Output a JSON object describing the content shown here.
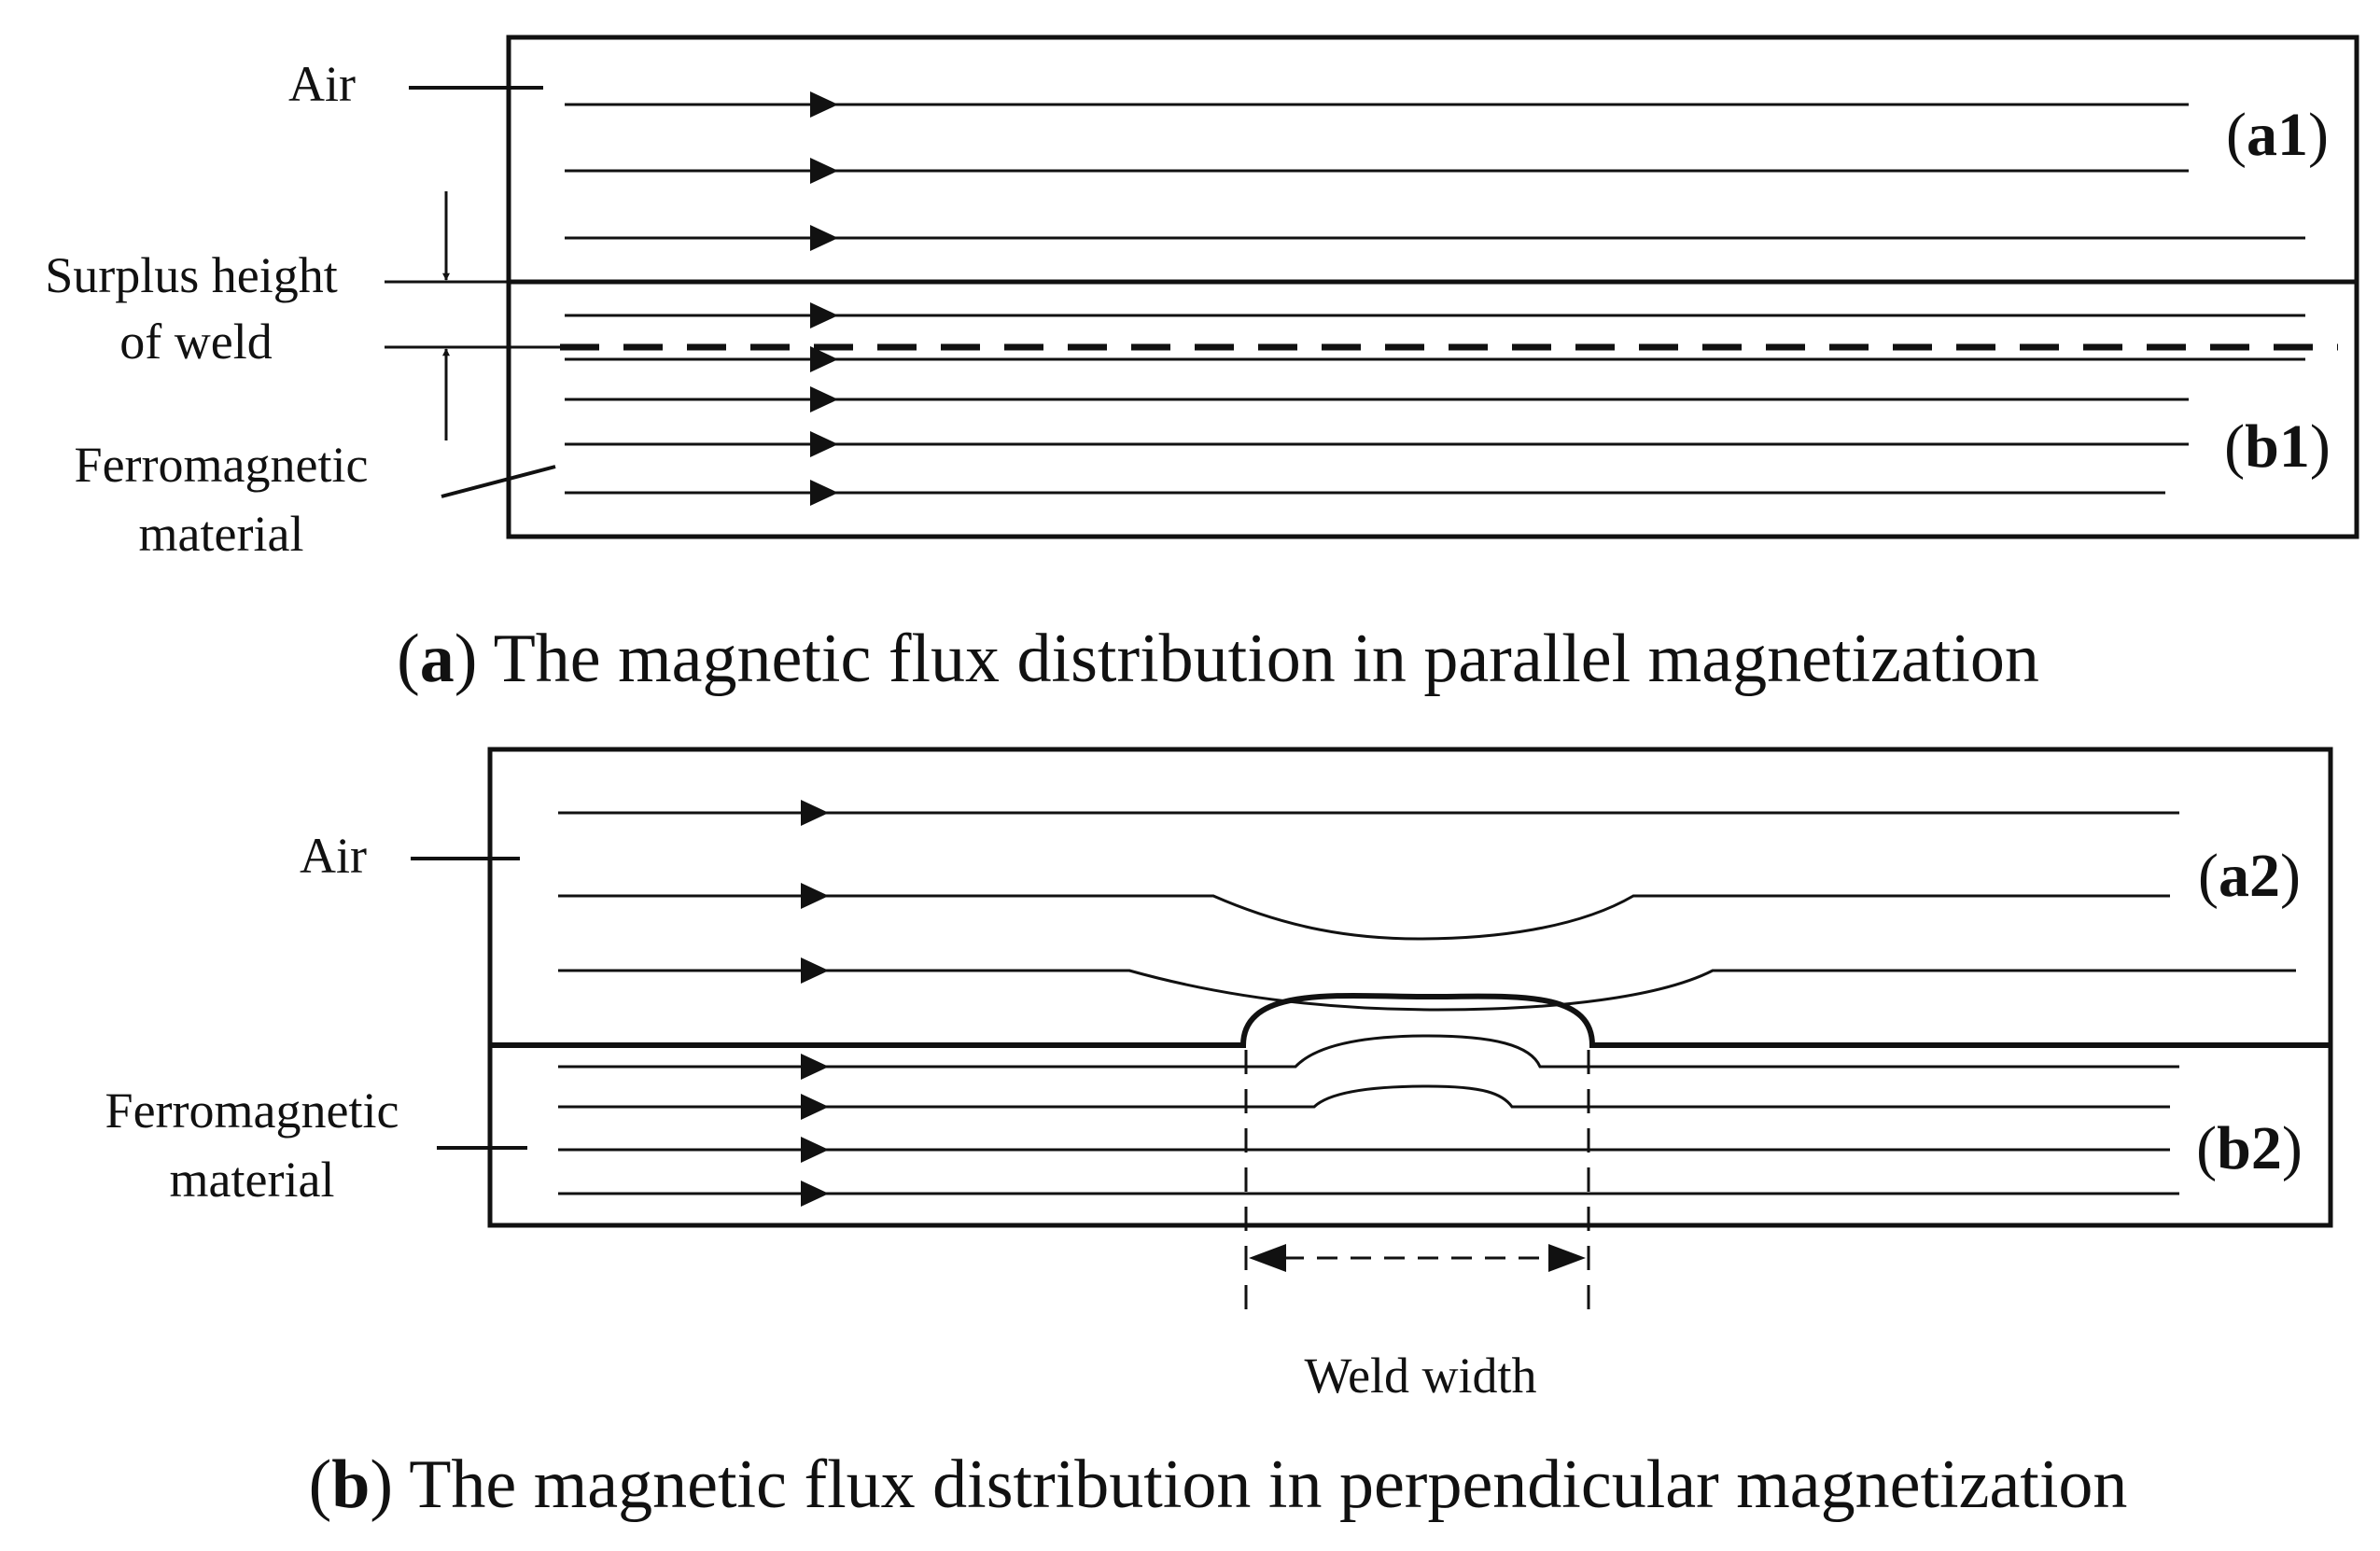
{
  "colors": {
    "ink": "#111111",
    "background": "#ffffff"
  },
  "panel_a": {
    "air_label": "Air",
    "surplus_label_line1": "Surplus height",
    "surplus_label_line2": "of weld",
    "ferro_label_line1": "Ferromagnetic",
    "ferro_label_line2": "material",
    "region_air_tag": {
      "open": "(",
      "bold": "a1",
      "close": ")"
    },
    "region_ferro_tag": {
      "open": "(",
      "bold": "b1",
      "close": ")"
    },
    "caption": {
      "open": "(",
      "bold": "a",
      "rest": ") The magnetic flux distribution in parallel magnetization"
    }
  },
  "panel_b": {
    "air_label": "Air",
    "ferro_label_line1": "Ferromagnetic",
    "ferro_label_line2": "material",
    "weld_width_label": "Weld width",
    "region_air_tag": {
      "open": "(",
      "bold": "a2",
      "close": ")"
    },
    "region_ferro_tag": {
      "open": "(",
      "bold": "b2",
      "close": ")"
    },
    "caption": {
      "open": "(",
      "bold": "b",
      "rest": ") The magnetic flux distribution in perpendicular magnetization"
    }
  }
}
